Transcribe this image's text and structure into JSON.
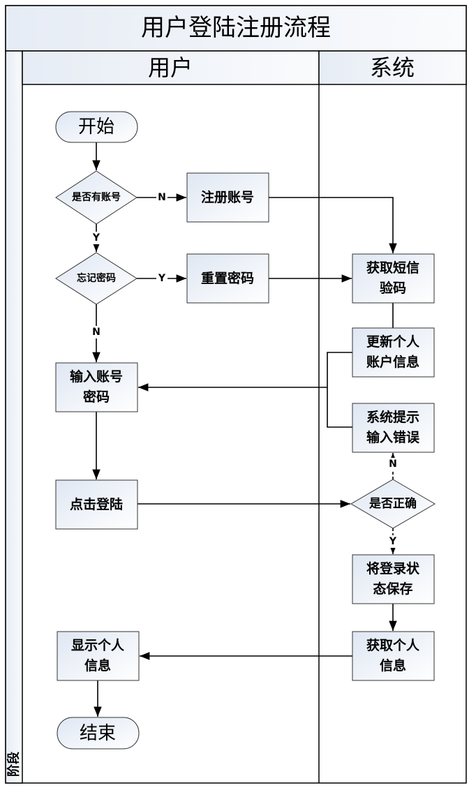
{
  "title": "用户登陆注册流程",
  "lanes": {
    "user": "用户",
    "system": "系统",
    "phase": "阶段"
  },
  "nodes": {
    "start": "开始",
    "has_account": "是否有账号",
    "register": "注册账号",
    "forgot_password": "忘记密码",
    "reset_password": "重置密码",
    "get_sms_1": "获取短信",
    "get_sms_2": "验码",
    "update_1": "更新个人",
    "update_2": "账户信息",
    "error_1": "系统提示",
    "error_2": "输入错误",
    "input_1": "输入账号",
    "input_2": "密码",
    "click_login": "点击登陆",
    "is_correct": "是否正确",
    "save_1": "将登录状",
    "save_2": "态保存",
    "fetch_1": "获取个人",
    "fetch_2": "信息",
    "show_1": "显示个人",
    "show_2": "信息",
    "end": "结束"
  },
  "edge_labels": {
    "has_no": "N",
    "has_yes": "Y",
    "forgot_yes": "Y",
    "forgot_no": "N",
    "correct_no": "N",
    "correct_yes": "Y"
  },
  "colors": {
    "fill_top": "#e4ebf5",
    "fill_bottom": "#ffffff",
    "line": "#000000"
  }
}
